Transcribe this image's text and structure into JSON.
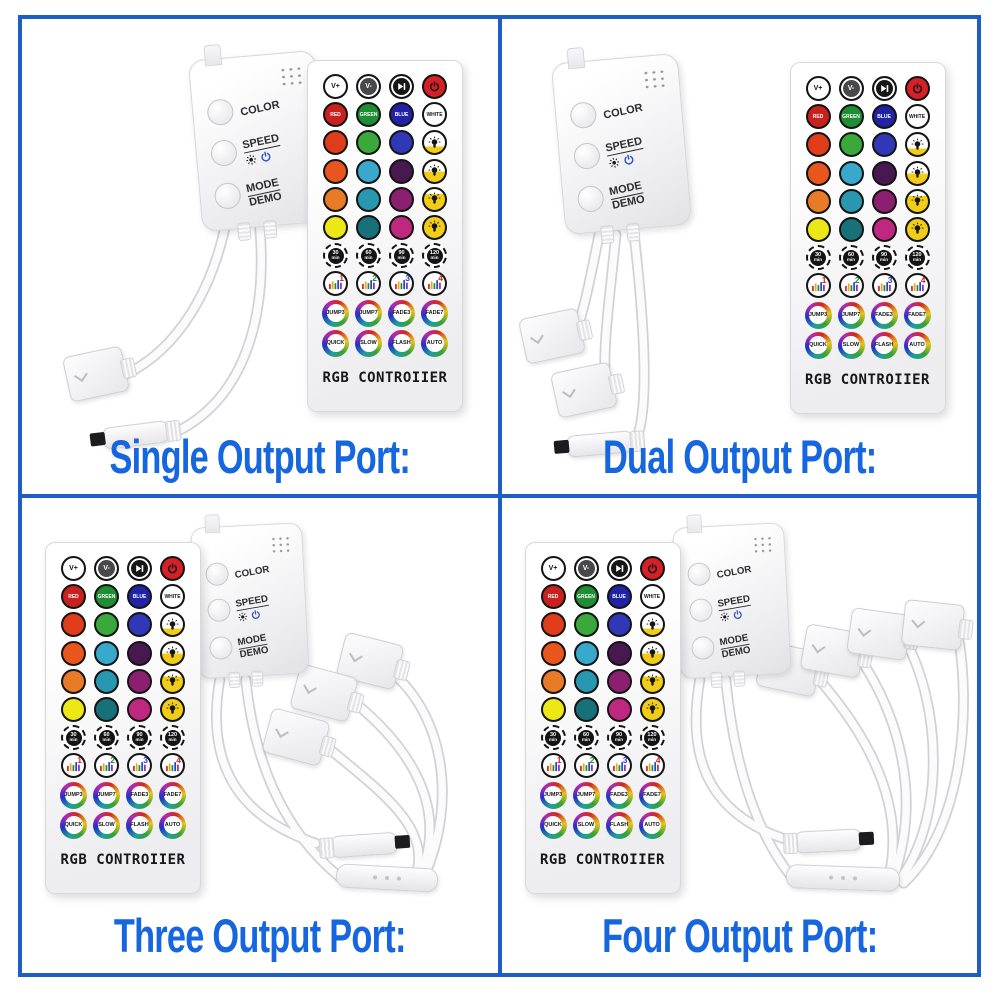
{
  "page": {
    "background": "#ffffff",
    "grid_border_color": "#1d5ec6",
    "caption_color": "#1566df"
  },
  "quadrants": [
    {
      "caption": "Single Output Port:",
      "output_ports": 1
    },
    {
      "caption": "Dual Output Port:",
      "output_ports": 2
    },
    {
      "caption": "Three Output Port:",
      "output_ports": 3
    },
    {
      "caption": "Four Output Port:",
      "output_ports": 4
    }
  ],
  "controller": {
    "speaker_icon": "speaker-grill-dots",
    "button_rows": [
      {
        "label": "COLOR",
        "icons": []
      },
      {
        "label": "SPEED",
        "icons": [
          "sun-icon",
          "power-icon"
        ],
        "power_icon_color": "#2f54c8"
      },
      {
        "label": "MODE",
        "label2": "DEMO",
        "icons": []
      }
    ]
  },
  "remote": {
    "brand": "RGB CONTROIIER",
    "rows": [
      {
        "kind": "function",
        "buttons": [
          {
            "label": "V+",
            "bg": "#ffffff",
            "fg": "#141414"
          },
          {
            "label": "V-",
            "bg": "#48484b",
            "fg": "#ffffff",
            "ring": true
          },
          {
            "icon": "play-pause-icon",
            "bg": "#161616",
            "fg": "#ffffff",
            "ring": true
          },
          {
            "icon": "power-icon",
            "bg": "#d42026",
            "fg": "#141414"
          }
        ]
      },
      {
        "kind": "named-color",
        "buttons": [
          {
            "label": "RED",
            "bg": "#c9221e",
            "fg": "#ffffff"
          },
          {
            "label": "GREEN",
            "bg": "#1f8d33",
            "fg": "#ffffff"
          },
          {
            "label": "BLUE",
            "bg": "#2023a6",
            "fg": "#ffffff"
          },
          {
            "label": "WHITE",
            "bg": "#ffffff",
            "fg": "#141414"
          }
        ]
      },
      {
        "kind": "palette",
        "colors": [
          "#e03c1a",
          "#3aa83a",
          "#3038b8"
        ],
        "brightness_icon": "bulb-icon",
        "brightness_fill_pct": 30
      },
      {
        "kind": "palette",
        "colors": [
          "#e8561e",
          "#38a8cc",
          "#481850"
        ],
        "brightness_icon": "bulb-icon",
        "brightness_fill_pct": 50
      },
      {
        "kind": "palette",
        "colors": [
          "#e87a28",
          "#2898b0",
          "#8c2070"
        ],
        "brightness_icon": "bulb-icon",
        "brightness_fill_pct": 75
      },
      {
        "kind": "palette",
        "colors": [
          "#ece818",
          "#187078",
          "#c02880"
        ],
        "brightness_icon": "bulb-icon",
        "brightness_fill_pct": 100
      },
      {
        "kind": "timer",
        "buttons": [
          {
            "value": "30",
            "unit": "min"
          },
          {
            "value": "60",
            "unit": "min"
          },
          {
            "value": "90",
            "unit": "min"
          },
          {
            "value": "120",
            "unit": "min"
          }
        ]
      },
      {
        "kind": "music",
        "icon": "music-bars-icon",
        "buttons": [
          {
            "number": "1",
            "color": "#d6251d"
          },
          {
            "number": "2",
            "color": "#1f8d33"
          },
          {
            "number": "3",
            "color": "#2742cc"
          },
          {
            "number": "4",
            "color": "#d6251d"
          }
        ]
      },
      {
        "kind": "mode",
        "labels": [
          "JUMP3",
          "JUMP7",
          "FADE3",
          "FADE7"
        ]
      },
      {
        "kind": "mode",
        "labels": [
          "QUICK",
          "SLOW",
          "FLASH",
          "AUTO"
        ]
      }
    ]
  },
  "hardware": {
    "output_connector": "rgb-4pin-female-connector",
    "power_plug": "dc-male-plug-black-tip",
    "splitter": "splitter-hub",
    "cable": "white-cable"
  }
}
